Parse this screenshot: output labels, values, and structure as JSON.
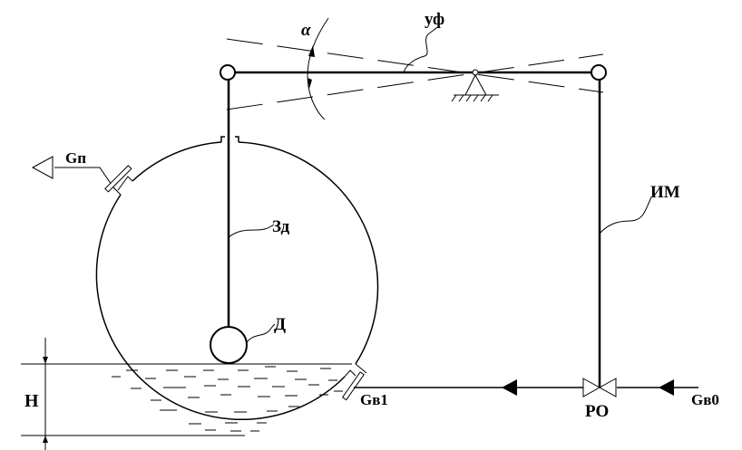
{
  "diagram": {
    "title": "",
    "labels": {
      "alpha": "α",
      "lever": "уф",
      "outflow": "Gп",
      "wire": "Зд",
      "sensor": "Д",
      "actuator": "ИМ",
      "level": "H",
      "inflow_tank": "Gв1",
      "valve": "РО",
      "inflow_source": "Gв0"
    },
    "components": [
      {
        "id": "tank",
        "description": "Cylindrical tank (cross-section)"
      },
      {
        "id": "float",
        "description": "Float sensor Д on wire Зд"
      },
      {
        "id": "lever",
        "description": "Balance lever уф on pivot support, swings by angle α"
      },
      {
        "id": "actuator",
        "description": "Actuator link ИМ"
      },
      {
        "id": "valve",
        "description": "Regulating valve РО"
      },
      {
        "id": "liquid",
        "description": "Liquid with level H"
      }
    ],
    "flows": [
      {
        "from": "inflow_source",
        "to": "valve",
        "label": "Gв0"
      },
      {
        "from": "valve",
        "to": "tank",
        "label": "Gв1"
      },
      {
        "from": "tank",
        "to": "outlet",
        "label": "Gп"
      }
    ],
    "colors": {
      "line": "#000000",
      "background": "#ffffff"
    }
  }
}
